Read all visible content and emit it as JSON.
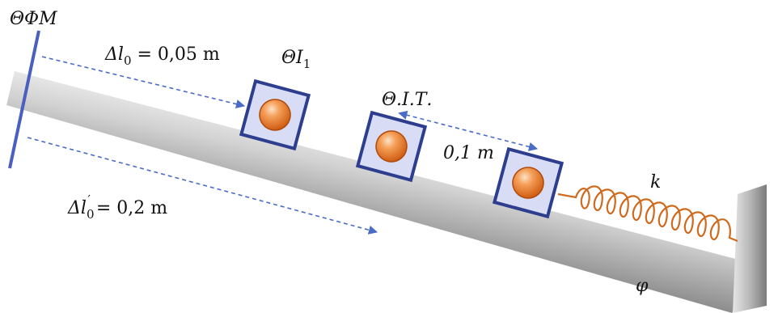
{
  "labels": {
    "natural_length": "ΘΦΜ",
    "eq1": "ΘΙ",
    "eq1_sub": "1",
    "eq_osc": "Θ.Ι.Τ.",
    "dl0_var": "Δl",
    "dl0_sub": "0",
    "dl0_val": " = 0,05 m",
    "dl0p_var": "Δl",
    "dl0p_sub": "0",
    "dl0p_sup": "′",
    "dl0p_val": " = 0,2 m",
    "amplitude": "0,1 m",
    "spring_constant": "k",
    "angle": "φ"
  },
  "colors": {
    "marker_line": "#4a5fbf",
    "arrow": "#4a6cc7",
    "block_fill": "#d9dcf5",
    "block_border": "#2e3e8f",
    "ball": "#e8731e",
    "spring": "#d06a1f",
    "ramp_light": "#f3f3f3",
    "ramp_dark": "#8a8a8a"
  }
}
